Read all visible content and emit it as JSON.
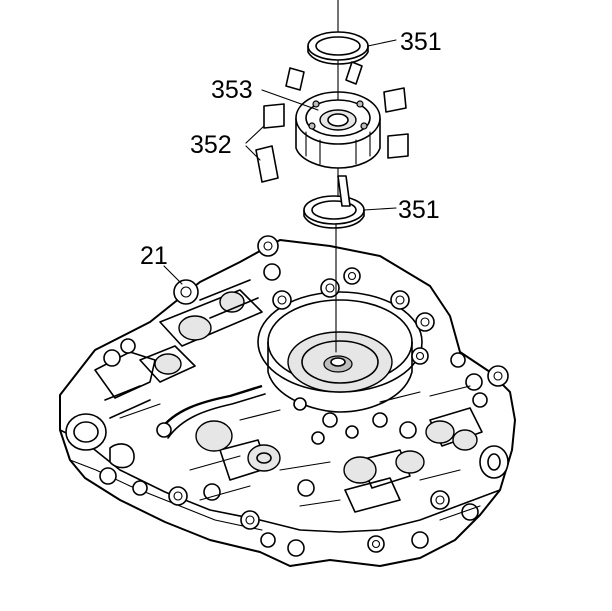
{
  "callouts": {
    "seal_upper": "351",
    "seal_lower": "351",
    "retainer": "353",
    "spring": "352",
    "valve_body": "21"
  }
}
